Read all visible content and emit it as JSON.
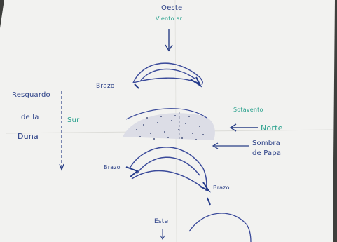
{
  "labels": {
    "oeste": "Oeste",
    "oeste_sub": "Viento ar",
    "resguardo": "Resguardo",
    "de_la": "de la",
    "duna": "Duna",
    "sur": "Sur",
    "brazo_top": "Brazo",
    "norte_sub": "Sotavento",
    "norte": "Norte",
    "sombra": "Sombra",
    "de_papa": "de Papa",
    "brazo_left": "Brazo",
    "brazo_right": "Brazo",
    "este": "Este"
  },
  "colors": {
    "ink_blue": "#2a3f86",
    "ink_green": "#2ba28e",
    "paper": "#f1f1ef",
    "background_dark": "#3e3f3c"
  }
}
